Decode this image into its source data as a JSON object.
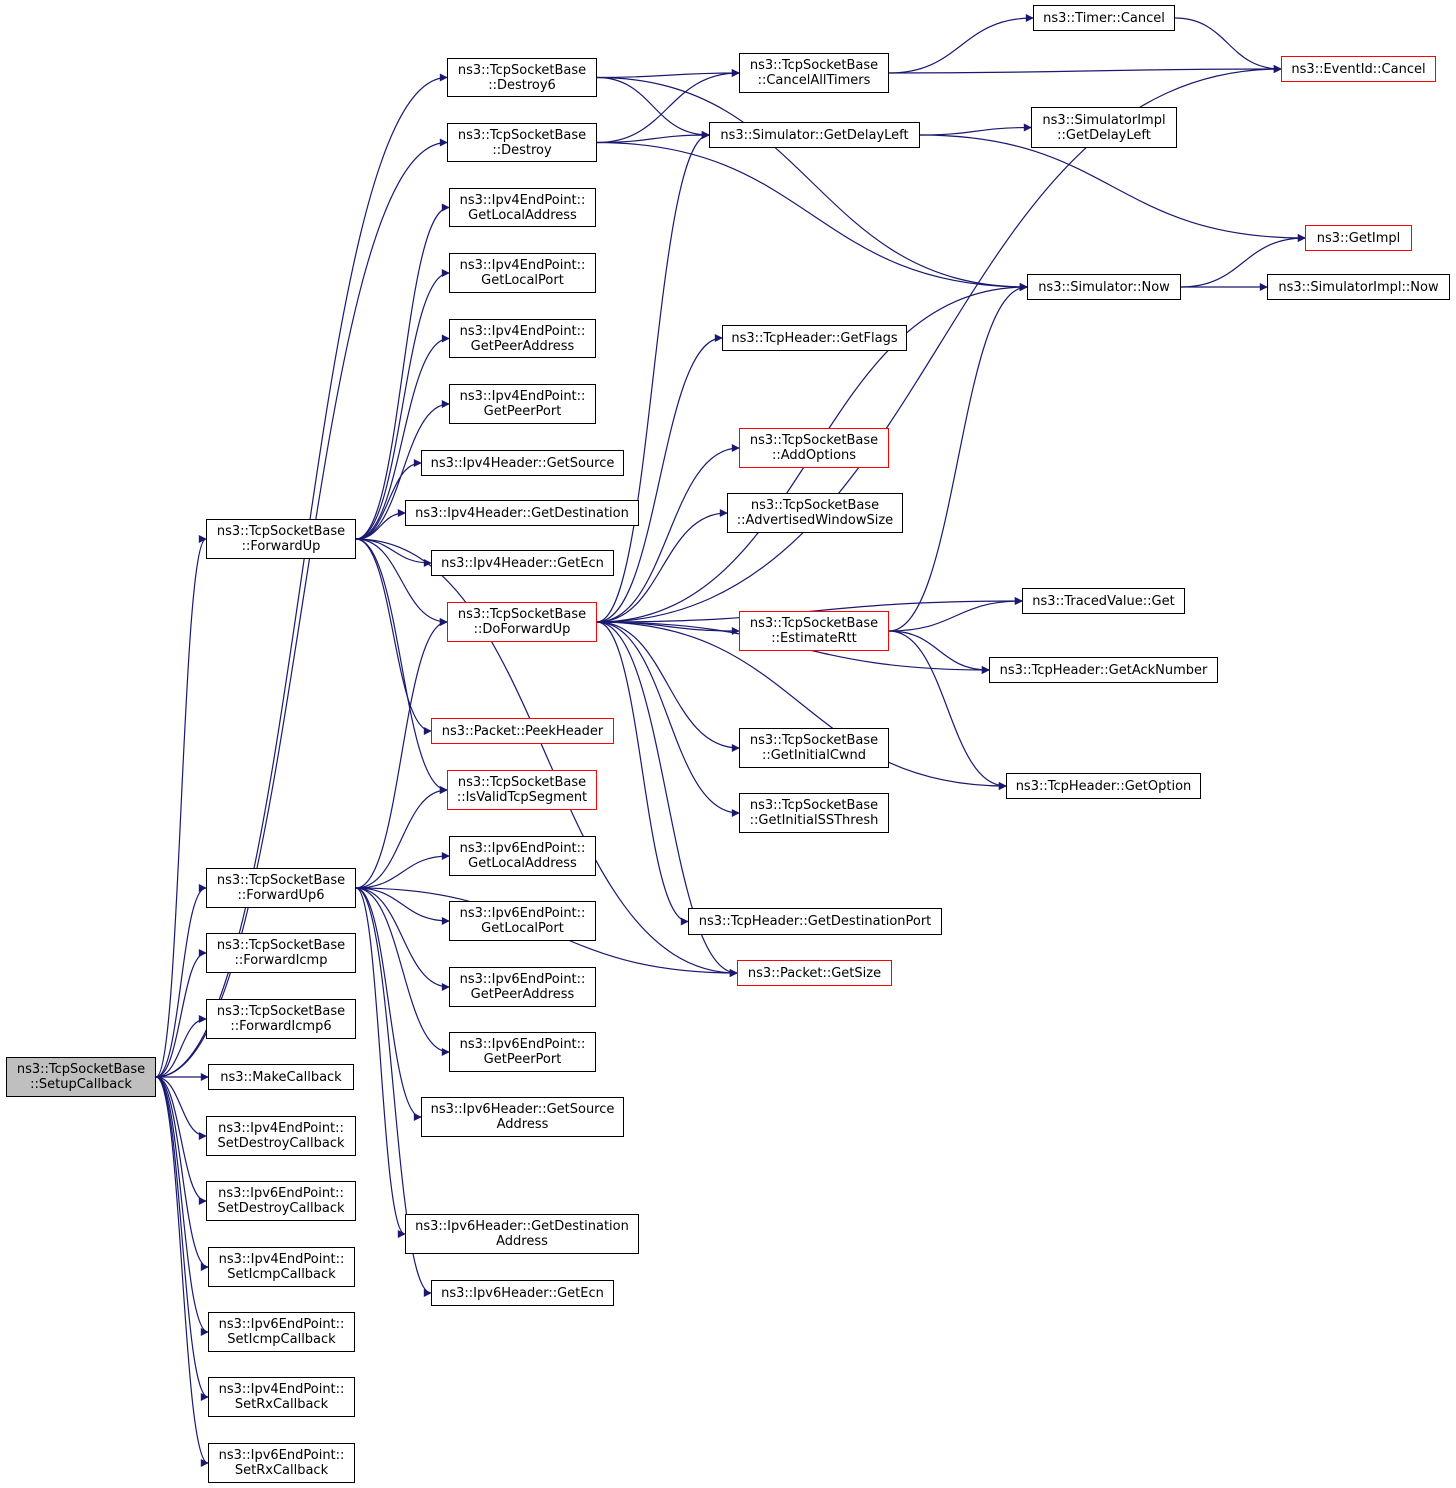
{
  "colors": {
    "edge": "#191970",
    "node_border": "#000000",
    "truncated_border": "#ff0000",
    "root_fill": "#bfbfbf"
  },
  "nodes": [
    {
      "id": "setup",
      "lines": [
        "ns3::TcpSocketBase",
        "::SetupCallback"
      ],
      "style": "root"
    },
    {
      "id": "destroy6",
      "lines": [
        "ns3::TcpSocketBase",
        "::Destroy6"
      ],
      "style": "normal"
    },
    {
      "id": "destroy",
      "lines": [
        "ns3::TcpSocketBase",
        "::Destroy"
      ],
      "style": "normal"
    },
    {
      "id": "v4getlocaladdr",
      "lines": [
        "ns3::Ipv4EndPoint::",
        "GetLocalAddress"
      ],
      "style": "normal"
    },
    {
      "id": "v4getlocalport",
      "lines": [
        "ns3::Ipv4EndPoint::",
        "GetLocalPort"
      ],
      "style": "normal"
    },
    {
      "id": "v4getpeeraddr",
      "lines": [
        "ns3::Ipv4EndPoint::",
        "GetPeerAddress"
      ],
      "style": "normal"
    },
    {
      "id": "v4getpeerport",
      "lines": [
        "ns3::Ipv4EndPoint::",
        "GetPeerPort"
      ],
      "style": "normal"
    },
    {
      "id": "v4hsource",
      "lines": [
        "ns3::Ipv4Header::GetSource"
      ],
      "style": "normal"
    },
    {
      "id": "v4hdest",
      "lines": [
        "ns3::Ipv4Header::GetDestination"
      ],
      "style": "normal"
    },
    {
      "id": "v4hecn",
      "lines": [
        "ns3::Ipv4Header::GetEcn"
      ],
      "style": "normal"
    },
    {
      "id": "forwardup",
      "lines": [
        "ns3::TcpSocketBase",
        "::ForwardUp"
      ],
      "style": "normal"
    },
    {
      "id": "doforwardup",
      "lines": [
        "ns3::TcpSocketBase",
        "::DoForwardUp"
      ],
      "style": "red"
    },
    {
      "id": "peekheader",
      "lines": [
        "ns3::Packet::PeekHeader"
      ],
      "style": "red"
    },
    {
      "id": "isvalid",
      "lines": [
        "ns3::TcpSocketBase",
        "::IsValidTcpSegment"
      ],
      "style": "red"
    },
    {
      "id": "forwardup6",
      "lines": [
        "ns3::TcpSocketBase",
        "::ForwardUp6"
      ],
      "style": "normal"
    },
    {
      "id": "v6getlocaladdr",
      "lines": [
        "ns3::Ipv6EndPoint::",
        "GetLocalAddress"
      ],
      "style": "normal"
    },
    {
      "id": "v6getlocalport",
      "lines": [
        "ns3::Ipv6EndPoint::",
        "GetLocalPort"
      ],
      "style": "normal"
    },
    {
      "id": "v6getpeeraddr",
      "lines": [
        "ns3::Ipv6EndPoint::",
        "GetPeerAddress"
      ],
      "style": "normal"
    },
    {
      "id": "v6getpeerport",
      "lines": [
        "ns3::Ipv6EndPoint::",
        "GetPeerPort"
      ],
      "style": "normal"
    },
    {
      "id": "v6hsource",
      "lines": [
        "ns3::Ipv6Header::GetSource",
        "Address"
      ],
      "style": "normal"
    },
    {
      "id": "v6hdest",
      "lines": [
        "ns3::Ipv6Header::GetDestination",
        "Address"
      ],
      "style": "normal"
    },
    {
      "id": "v6hecn",
      "lines": [
        "ns3::Ipv6Header::GetEcn"
      ],
      "style": "normal"
    },
    {
      "id": "forwardicmp",
      "lines": [
        "ns3::TcpSocketBase",
        "::ForwardIcmp"
      ],
      "style": "normal"
    },
    {
      "id": "forwardicmp6",
      "lines": [
        "ns3::TcpSocketBase",
        "::ForwardIcmp6"
      ],
      "style": "normal"
    },
    {
      "id": "makecallback",
      "lines": [
        "ns3::MakeCallback"
      ],
      "style": "normal"
    },
    {
      "id": "v4setdestroy",
      "lines": [
        "ns3::Ipv4EndPoint::",
        "SetDestroyCallback"
      ],
      "style": "normal"
    },
    {
      "id": "v6setdestroy",
      "lines": [
        "ns3::Ipv6EndPoint::",
        "SetDestroyCallback"
      ],
      "style": "normal"
    },
    {
      "id": "v4seticmp",
      "lines": [
        "ns3::Ipv4EndPoint::",
        "SetIcmpCallback"
      ],
      "style": "normal"
    },
    {
      "id": "v6seticmp",
      "lines": [
        "ns3::Ipv6EndPoint::",
        "SetIcmpCallback"
      ],
      "style": "normal"
    },
    {
      "id": "v4setrx",
      "lines": [
        "ns3::Ipv4EndPoint::",
        "SetRxCallback"
      ],
      "style": "normal"
    },
    {
      "id": "v6setrx",
      "lines": [
        "ns3::Ipv6EndPoint::",
        "SetRxCallback"
      ],
      "style": "normal"
    },
    {
      "id": "cancelall",
      "lines": [
        "ns3::TcpSocketBase",
        "::CancelAllTimers"
      ],
      "style": "normal"
    },
    {
      "id": "getdelayleft",
      "lines": [
        "ns3::Simulator::GetDelayLeft"
      ],
      "style": "normal"
    },
    {
      "id": "getflags",
      "lines": [
        "ns3::TcpHeader::GetFlags"
      ],
      "style": "normal"
    },
    {
      "id": "addoptions",
      "lines": [
        "ns3::TcpSocketBase",
        "::AddOptions"
      ],
      "style": "red"
    },
    {
      "id": "advwin",
      "lines": [
        "ns3::TcpSocketBase",
        "::AdvertisedWindowSize"
      ],
      "style": "normal"
    },
    {
      "id": "estimatertt",
      "lines": [
        "ns3::TcpSocketBase",
        "::EstimateRtt"
      ],
      "style": "red"
    },
    {
      "id": "getinitcwnd",
      "lines": [
        "ns3::TcpSocketBase",
        "::GetInitialCwnd"
      ],
      "style": "normal"
    },
    {
      "id": "getinitss",
      "lines": [
        "ns3::TcpSocketBase",
        "::GetInitialSSThresh"
      ],
      "style": "normal"
    },
    {
      "id": "getdestport",
      "lines": [
        "ns3::TcpHeader::GetDestinationPort"
      ],
      "style": "normal"
    },
    {
      "id": "getsize",
      "lines": [
        "ns3::Packet::GetSize"
      ],
      "style": "red"
    },
    {
      "id": "timercancel",
      "lines": [
        "ns3::Timer::Cancel"
      ],
      "style": "normal"
    },
    {
      "id": "simimplgetdelay",
      "lines": [
        "ns3::SimulatorImpl",
        "::GetDelayLeft"
      ],
      "style": "normal"
    },
    {
      "id": "simnow",
      "lines": [
        "ns3::Simulator::Now"
      ],
      "style": "normal"
    },
    {
      "id": "tracedget",
      "lines": [
        "ns3::TracedValue::Get"
      ],
      "style": "normal"
    },
    {
      "id": "getacknum",
      "lines": [
        "ns3::TcpHeader::GetAckNumber"
      ],
      "style": "normal"
    },
    {
      "id": "getoption",
      "lines": [
        "ns3::TcpHeader::GetOption"
      ],
      "style": "normal"
    },
    {
      "id": "eventcancel",
      "lines": [
        "ns3::EventId::Cancel"
      ],
      "style": "red"
    },
    {
      "id": "getimpl",
      "lines": [
        "ns3::GetImpl"
      ],
      "style": "red"
    },
    {
      "id": "simimplnow",
      "lines": [
        "ns3::SimulatorImpl::Now"
      ],
      "style": "normal"
    }
  ],
  "edges": [
    [
      "setup",
      "destroy6"
    ],
    [
      "setup",
      "destroy"
    ],
    [
      "setup",
      "forwardup"
    ],
    [
      "setup",
      "forwardup6"
    ],
    [
      "setup",
      "forwardicmp"
    ],
    [
      "setup",
      "forwardicmp6"
    ],
    [
      "setup",
      "makecallback"
    ],
    [
      "setup",
      "v4setdestroy"
    ],
    [
      "setup",
      "v6setdestroy"
    ],
    [
      "setup",
      "v4seticmp"
    ],
    [
      "setup",
      "v6seticmp"
    ],
    [
      "setup",
      "v4setrx"
    ],
    [
      "setup",
      "v6setrx"
    ],
    [
      "destroy6",
      "cancelall"
    ],
    [
      "destroy6",
      "getdelayleft"
    ],
    [
      "destroy6",
      "simnow"
    ],
    [
      "destroy",
      "cancelall"
    ],
    [
      "destroy",
      "getdelayleft"
    ],
    [
      "destroy",
      "simnow"
    ],
    [
      "forwardup",
      "v4getlocaladdr"
    ],
    [
      "forwardup",
      "v4getlocalport"
    ],
    [
      "forwardup",
      "v4getpeeraddr"
    ],
    [
      "forwardup",
      "v4getpeerport"
    ],
    [
      "forwardup",
      "v4hsource"
    ],
    [
      "forwardup",
      "v4hdest"
    ],
    [
      "forwardup",
      "v4hecn"
    ],
    [
      "forwardup",
      "doforwardup"
    ],
    [
      "forwardup",
      "peekheader"
    ],
    [
      "forwardup",
      "isvalid"
    ],
    [
      "forwardup",
      "getsize"
    ],
    [
      "forwardup6",
      "doforwardup"
    ],
    [
      "forwardup6",
      "isvalid"
    ],
    [
      "forwardup6",
      "v6getlocaladdr"
    ],
    [
      "forwardup6",
      "v6getlocalport"
    ],
    [
      "forwardup6",
      "v6getpeeraddr"
    ],
    [
      "forwardup6",
      "v6getpeerport"
    ],
    [
      "forwardup6",
      "v6hsource"
    ],
    [
      "forwardup6",
      "v6hdest"
    ],
    [
      "forwardup6",
      "v6hecn"
    ],
    [
      "forwardup6",
      "getsize"
    ],
    [
      "doforwardup",
      "getdelayleft"
    ],
    [
      "doforwardup",
      "eventcancel"
    ],
    [
      "doforwardup",
      "getflags"
    ],
    [
      "doforwardup",
      "simnow"
    ],
    [
      "doforwardup",
      "addoptions"
    ],
    [
      "doforwardup",
      "advwin"
    ],
    [
      "doforwardup",
      "tracedget"
    ],
    [
      "doforwardup",
      "estimatertt"
    ],
    [
      "doforwardup",
      "getacknum"
    ],
    [
      "doforwardup",
      "getinitcwnd"
    ],
    [
      "doforwardup",
      "getinitss"
    ],
    [
      "doforwardup",
      "getoption"
    ],
    [
      "doforwardup",
      "getdestport"
    ],
    [
      "doforwardup",
      "getsize"
    ],
    [
      "cancelall",
      "timercancel"
    ],
    [
      "cancelall",
      "eventcancel"
    ],
    [
      "timercancel",
      "eventcancel"
    ],
    [
      "getdelayleft",
      "simimplgetdelay"
    ],
    [
      "getdelayleft",
      "getimpl"
    ],
    [
      "simnow",
      "getimpl"
    ],
    [
      "simnow",
      "simimplnow"
    ],
    [
      "estimatertt",
      "simnow"
    ],
    [
      "estimatertt",
      "tracedget"
    ],
    [
      "estimatertt",
      "getacknum"
    ],
    [
      "estimatertt",
      "getoption"
    ]
  ]
}
